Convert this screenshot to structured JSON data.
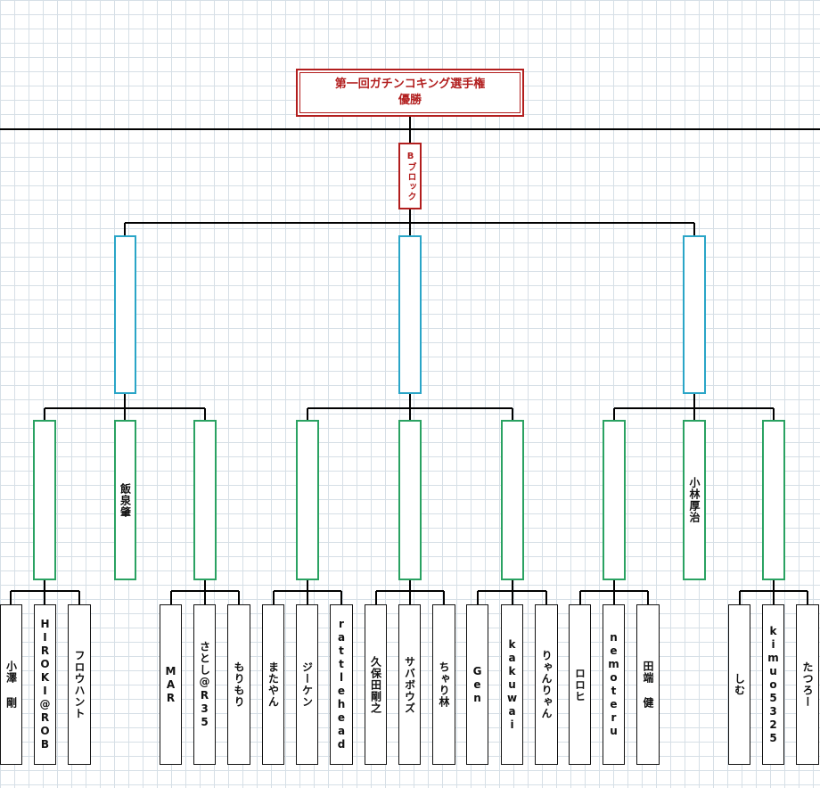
{
  "title": {
    "line1": "第一回ガチンコキング選手権",
    "line2": "優勝"
  },
  "block": {
    "label": "Bブロック"
  },
  "colors": {
    "title": "#b21e1e",
    "semi_border": "#2aa5c7",
    "quarter_border": "#2aa262",
    "leaf_border": "#111111",
    "grid": "#d6dfe6"
  },
  "groups": [
    {
      "subgroups": [
        {
          "winner": "",
          "players": [
            "小澤 剛",
            "HIROKI@ROB",
            "フロウハント"
          ]
        },
        {
          "winner": "飯泉肇",
          "players": []
        },
        {
          "winner": "",
          "players": [
            "MAR",
            "さとし@R35",
            "もりもり"
          ]
        }
      ]
    },
    {
      "subgroups": [
        {
          "winner": "",
          "players": [
            "またやん",
            "ジーケン",
            "rattlehead"
          ]
        },
        {
          "winner": "",
          "players": [
            "久保田剛之",
            "サバボウズ",
            "ちゃり林"
          ]
        },
        {
          "winner": "",
          "players": [
            "Gen",
            "kakuwai",
            "りゃんりゃん"
          ]
        }
      ]
    },
    {
      "subgroups": [
        {
          "winner": "",
          "players": [
            "ロロヒ",
            "nemoteru",
            "田端 健"
          ]
        },
        {
          "winner": "小林厚治",
          "players": []
        },
        {
          "winner": "",
          "players": [
            "しむ",
            "kimuo5325",
            "たつろー"
          ]
        }
      ]
    }
  ]
}
